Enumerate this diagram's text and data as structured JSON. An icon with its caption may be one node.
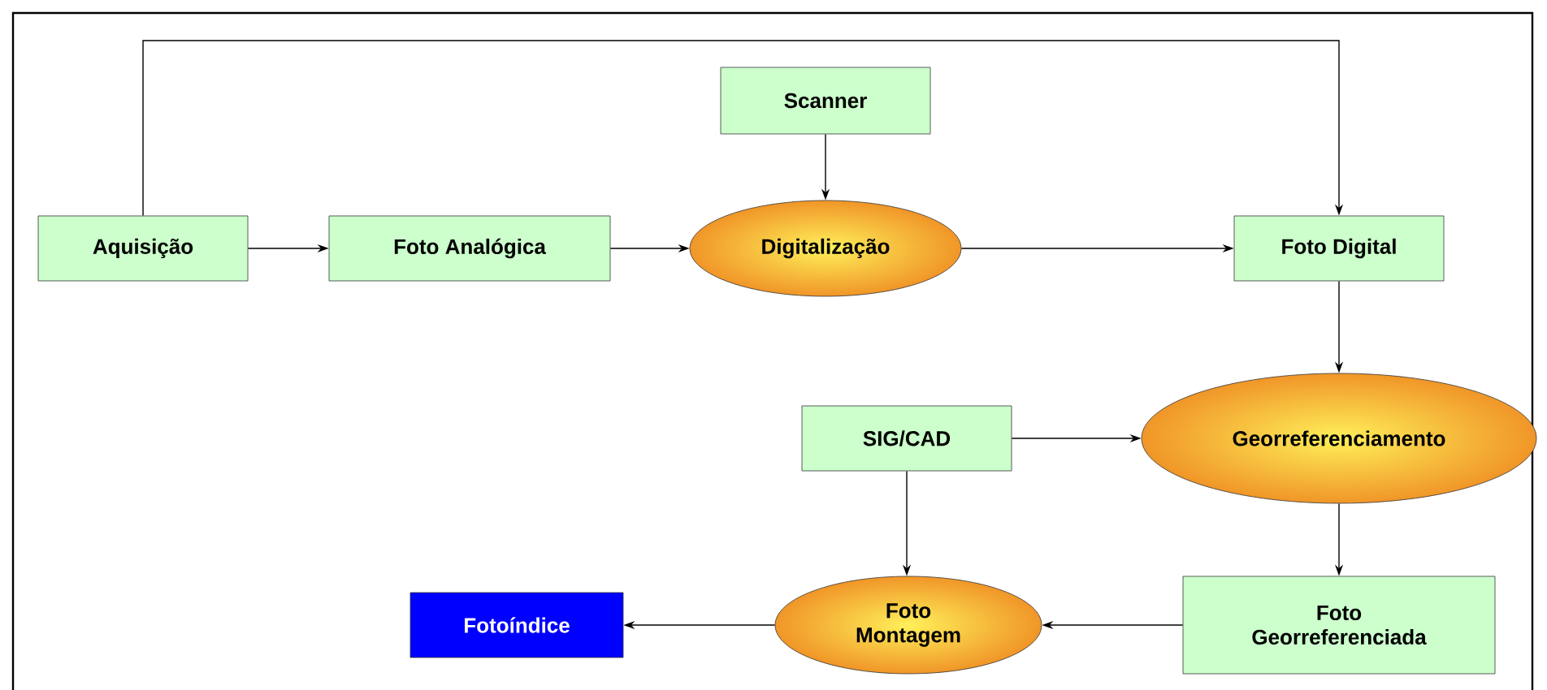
{
  "diagram": {
    "nodes": [
      {
        "text": [
          "Aquisição"
        ]
      },
      {
        "text": [
          "Foto Analógica"
        ]
      },
      {
        "text": [
          "Scanner"
        ]
      },
      {
        "text": [
          "Digitalização"
        ]
      },
      {
        "text": [
          "Foto Digital"
        ]
      },
      {
        "text": [
          "SIG/CAD"
        ]
      },
      {
        "text": [
          "Georreferenciamento"
        ]
      },
      {
        "text": [
          "Fotoíndice"
        ]
      },
      {
        "text": [
          "Foto Montagem"
        ]
      },
      {
        "text": [
          "Foto Georreferenciada"
        ]
      }
    ],
    "edges": [
      {
        "from": 0,
        "to": 1,
        "arrow": "to"
      },
      {
        "from": 1,
        "to": 3,
        "arrow": "to"
      },
      {
        "from": 2,
        "to": 3,
        "arrow": "to"
      },
      {
        "from": 3,
        "to": 4,
        "arrow": "to"
      },
      {
        "from": 0,
        "to": 4,
        "arrow": "to"
      },
      {
        "from": 4,
        "to": 6,
        "arrow": "to"
      },
      {
        "from": 5,
        "to": 6,
        "arrow": "to"
      },
      {
        "from": 6,
        "to": 9,
        "arrow": "to"
      },
      {
        "from": 5,
        "to": 8,
        "arrow": "to"
      },
      {
        "from": 9,
        "to": 8,
        "arrow": "to"
      },
      {
        "from": 8,
        "to": 7,
        "arrow": "to"
      }
    ]
  }
}
